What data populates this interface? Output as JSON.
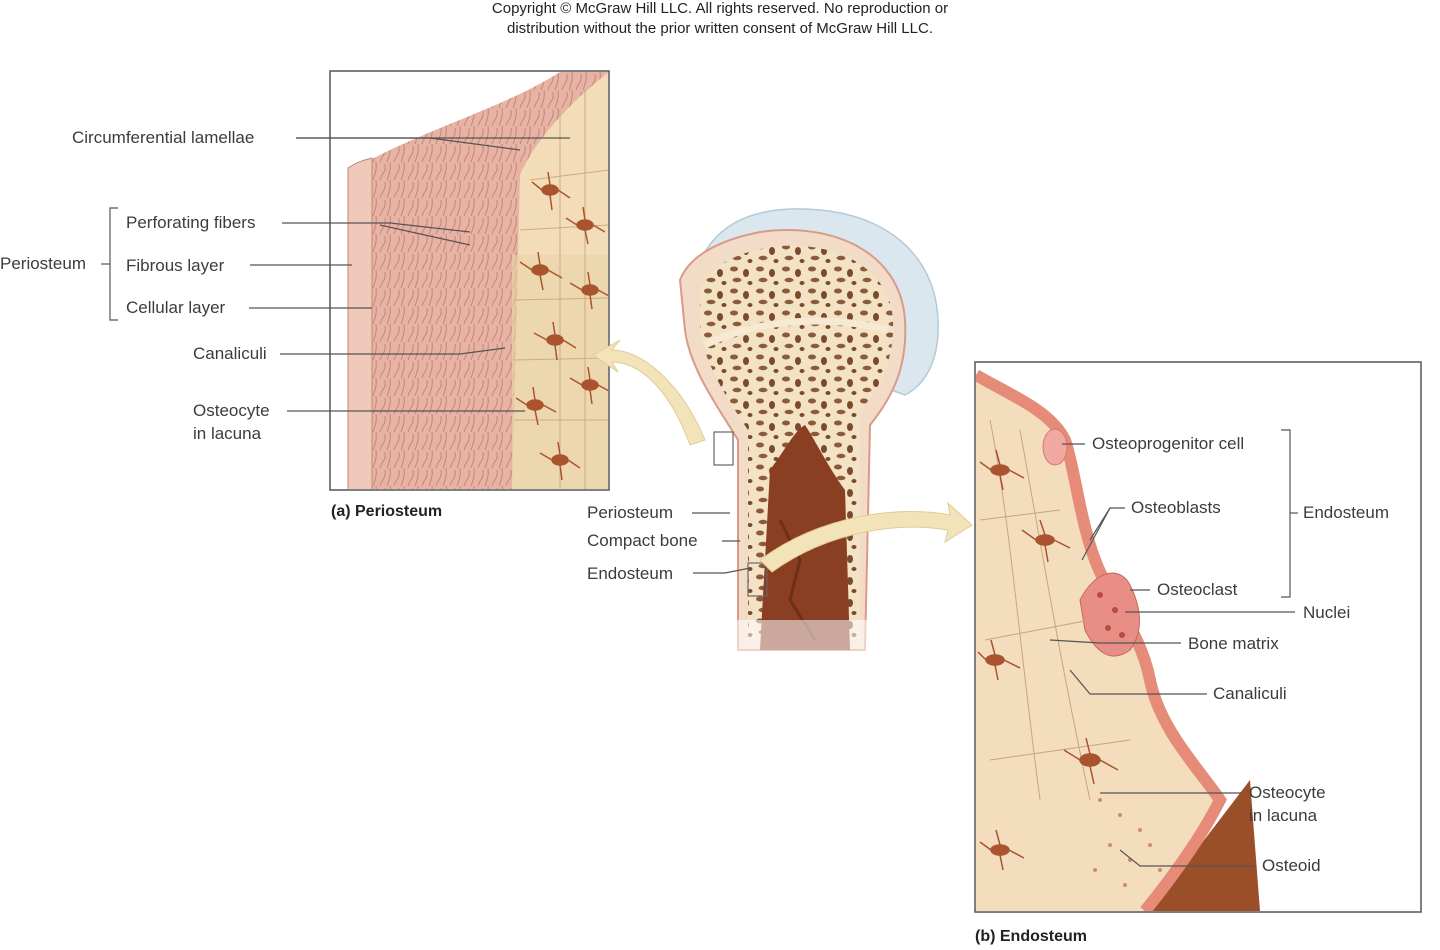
{
  "copyright": {
    "line1": "Copyright © McGraw Hill LLC. All rights reserved. No reproduction or",
    "line2": "distribution without the prior written consent of McGraw Hill LLC."
  },
  "panel_a": {
    "caption": "(a) Periosteum",
    "labels": {
      "circumferential_lamellae": "Circumferential lamellae",
      "periosteum": "Periosteum",
      "perforating_fibers": "Perforating fibers",
      "fibrous_layer": "Fibrous layer",
      "cellular_layer": "Cellular layer",
      "canaliculi": "Canaliculi",
      "osteocyte_line1": "Osteocyte",
      "osteocyte_line2": "in lacuna"
    }
  },
  "center_bone": {
    "labels": {
      "periosteum": "Periosteum",
      "compact_bone": "Compact bone",
      "endosteum": "Endosteum"
    }
  },
  "panel_b": {
    "caption": "(b) Endosteum",
    "labels": {
      "osteoprogenitor_cell": "Osteoprogenitor cell",
      "osteoblasts": "Osteoblasts",
      "endosteum": "Endosteum",
      "osteoclast": "Osteoclast",
      "nuclei": "Nuclei",
      "bone_matrix": "Bone matrix",
      "canaliculi": "Canaliculi",
      "osteocyte_line1": "Osteocyte",
      "osteocyte_line2": "in lacuna",
      "osteoid": "Osteoid"
    }
  },
  "colors": {
    "periosteum_pink": "#e8b4a6",
    "bone_cream": "#f1dcbc",
    "osteocyte_brown": "#a9542f",
    "marrow_brown": "#8b3f22",
    "cartilage_blue": "#d9e6ee",
    "arrow_cream": "#f3e3b8",
    "leader_line": "#555555"
  }
}
